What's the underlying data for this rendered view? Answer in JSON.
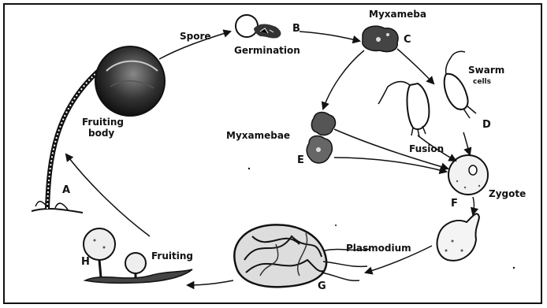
{
  "labels": {
    "spore": "Spore",
    "letter_b": "B",
    "germination": "Germination",
    "myxameba": "Myxameba",
    "letter_c": "C",
    "swarm": "Swarm",
    "cells": "cells",
    "letter_d": "D",
    "fruiting_body_1": "Fruiting",
    "fruiting_body_2": "body",
    "letter_a": "A",
    "myxamebae": "Myxamebae",
    "letter_e": "E",
    "fusion": "Fusion",
    "zygote": "Zygote",
    "letter_f": "F",
    "plasmodium": "Plasmodium",
    "letter_g": "G",
    "fruiting": "Fruiting",
    "letter_h": "H"
  },
  "colors": {
    "ink": "#111111",
    "background": "#ffffff"
  }
}
